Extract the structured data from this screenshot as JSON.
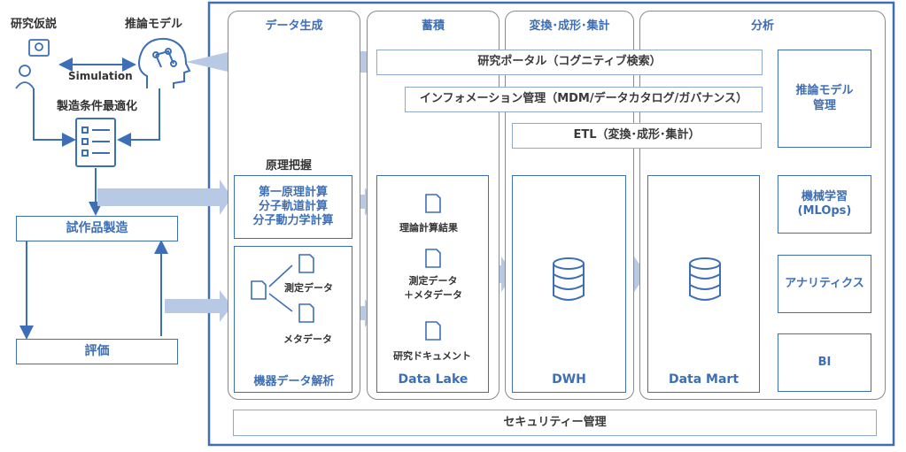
{
  "left": {
    "research_hypothesis": "研究仮説",
    "inference_model": "推論モデル",
    "simulation": "Simulation",
    "condition_optimization": "製造条件最適化",
    "prototype": "試作品製造",
    "evaluation": "評価"
  },
  "columns": {
    "data_gen": "データ生成",
    "accumulate": "蓄積",
    "transform": "変換･成形･集計",
    "analysis": "分析"
  },
  "bars": {
    "portal": "研究ポータル（コグニティブ検索）",
    "info_mgmt": "インフォメーション管理（MDM/データカタログ/ガバナンス）",
    "etl": "ETL（変換･成形･集計）",
    "security": "セキュリティー管理"
  },
  "datagen": {
    "principle": "原理把握",
    "calc_lines": [
      "第一原理計算",
      "分子軌道計算",
      "分子動力学計算"
    ],
    "measured": "測定データ",
    "meta": "メタデータ",
    "instrument": "機器データ解析"
  },
  "lake": {
    "items": [
      "理論計算結果",
      "測定データ\n＋メタデータ",
      "研究ドキュメント"
    ],
    "label": "Data Lake"
  },
  "dwh": "DWH",
  "datamart": "Data Mart",
  "analysis_boxes": {
    "model_mgmt": "推論モデル\n管理",
    "ml": "機械学習\n(MLOps)",
    "analytics": "アナリティクス",
    "bi": "BI"
  },
  "colors": {
    "blue": "#3d6fb6",
    "light_arrow": "#b8c9e6",
    "gray": "#8a8a8a"
  }
}
